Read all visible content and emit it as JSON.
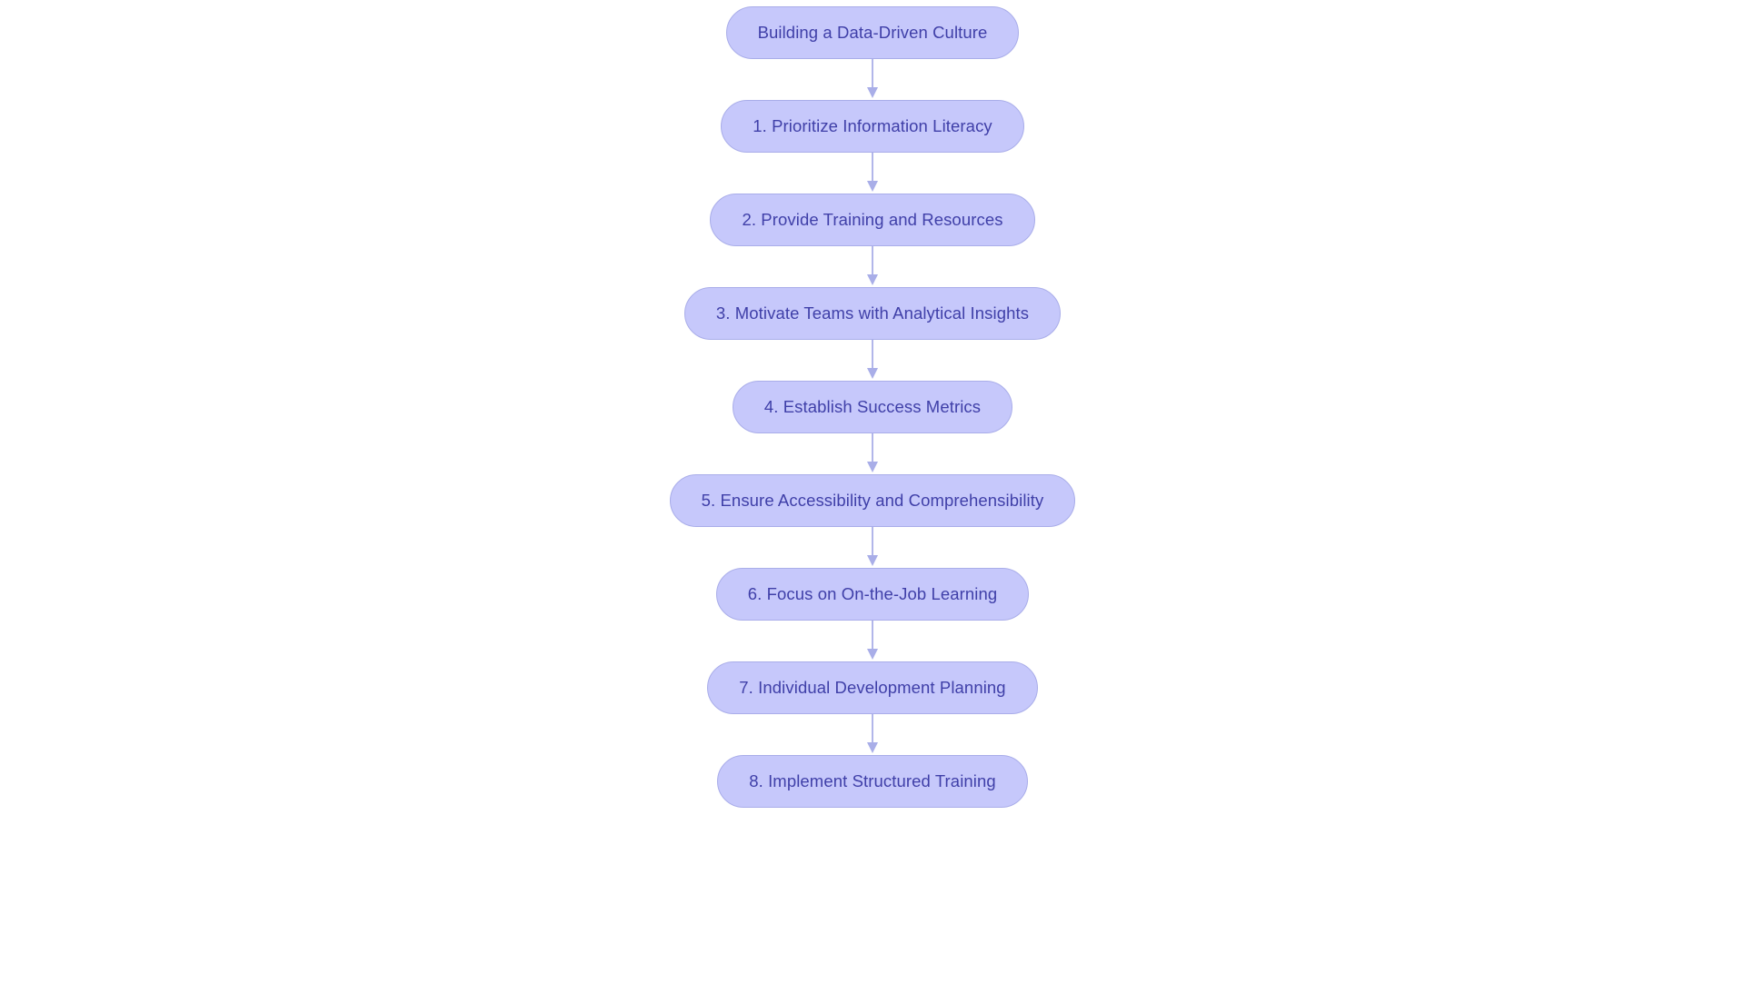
{
  "diagram": {
    "type": "flowchart",
    "orientation": "vertical-top-to-bottom",
    "title_node": "Building a Data-Driven Culture",
    "background_color": "#ffffff",
    "node_fill_color": "#c6c8fb",
    "node_border_color": "#a9ade9",
    "node_text_color": "#3f3fa8",
    "connector_color": "#a9aee8",
    "node_shape": "pill",
    "nodes": [
      {
        "id": "n0",
        "label": "Building a Data-Driven Culture",
        "step": null
      },
      {
        "id": "n1",
        "label": "1. Prioritize Information Literacy",
        "step": 1
      },
      {
        "id": "n2",
        "label": "2. Provide Training and Resources",
        "step": 2
      },
      {
        "id": "n3",
        "label": "3. Motivate Teams with Analytical Insights",
        "step": 3
      },
      {
        "id": "n4",
        "label": "4. Establish Success Metrics",
        "step": 4
      },
      {
        "id": "n5",
        "label": "5. Ensure Accessibility and Comprehensibility",
        "step": 5
      },
      {
        "id": "n6",
        "label": "6. Focus on On-the-Job Learning",
        "step": 6
      },
      {
        "id": "n7",
        "label": "7. Individual Development Planning",
        "step": 7
      },
      {
        "id": "n8",
        "label": "8. Implement Structured Training",
        "step": 8
      }
    ],
    "edges": [
      {
        "from": "n0",
        "to": "n1",
        "label": ""
      },
      {
        "from": "n1",
        "to": "n2",
        "label": ""
      },
      {
        "from": "n2",
        "to": "n3",
        "label": ""
      },
      {
        "from": "n3",
        "to": "n4",
        "label": ""
      },
      {
        "from": "n4",
        "to": "n5",
        "label": ""
      },
      {
        "from": "n5",
        "to": "n6",
        "label": ""
      },
      {
        "from": "n6",
        "to": "n7",
        "label": ""
      },
      {
        "from": "n7",
        "to": "n8",
        "label": ""
      }
    ]
  }
}
